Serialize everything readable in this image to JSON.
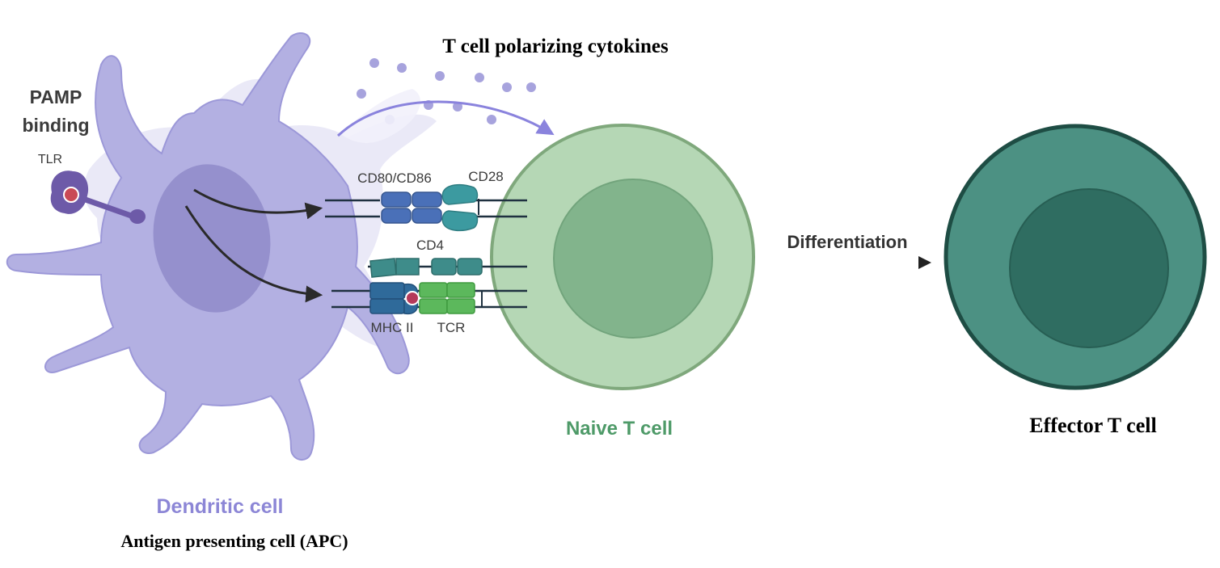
{
  "title": "T cell polarizing cytokines",
  "labels": {
    "pamp_line1": "PAMP",
    "pamp_line2": "binding",
    "tlr": "TLR",
    "cd80_cd86": "CD80/CD86",
    "cd28": "CD28",
    "cd4": "CD4",
    "mhc2": "MHC II",
    "tcr": "TCR",
    "differentiation": "Differentiation",
    "naive_t_cell": "Naive T cell",
    "effector_t_cell": "Effector T cell",
    "dendritic_cell": "Dendritic cell",
    "apc": "Antigen presenting cell (APC)"
  },
  "colors": {
    "dendritic": "#b3b0e2",
    "dendritic_nucleus": "#8f8bc9",
    "naive_outer": "#b5d7b5",
    "naive_inner": "#82b48c",
    "naive_label": "#4e9a68",
    "effector_outer": "#4c9183",
    "effector_inner": "#2f6d61",
    "cytokine": "#a7a3dd",
    "arrow_purple": "#8a83dd",
    "dendritic_label": "#8c86d6"
  }
}
